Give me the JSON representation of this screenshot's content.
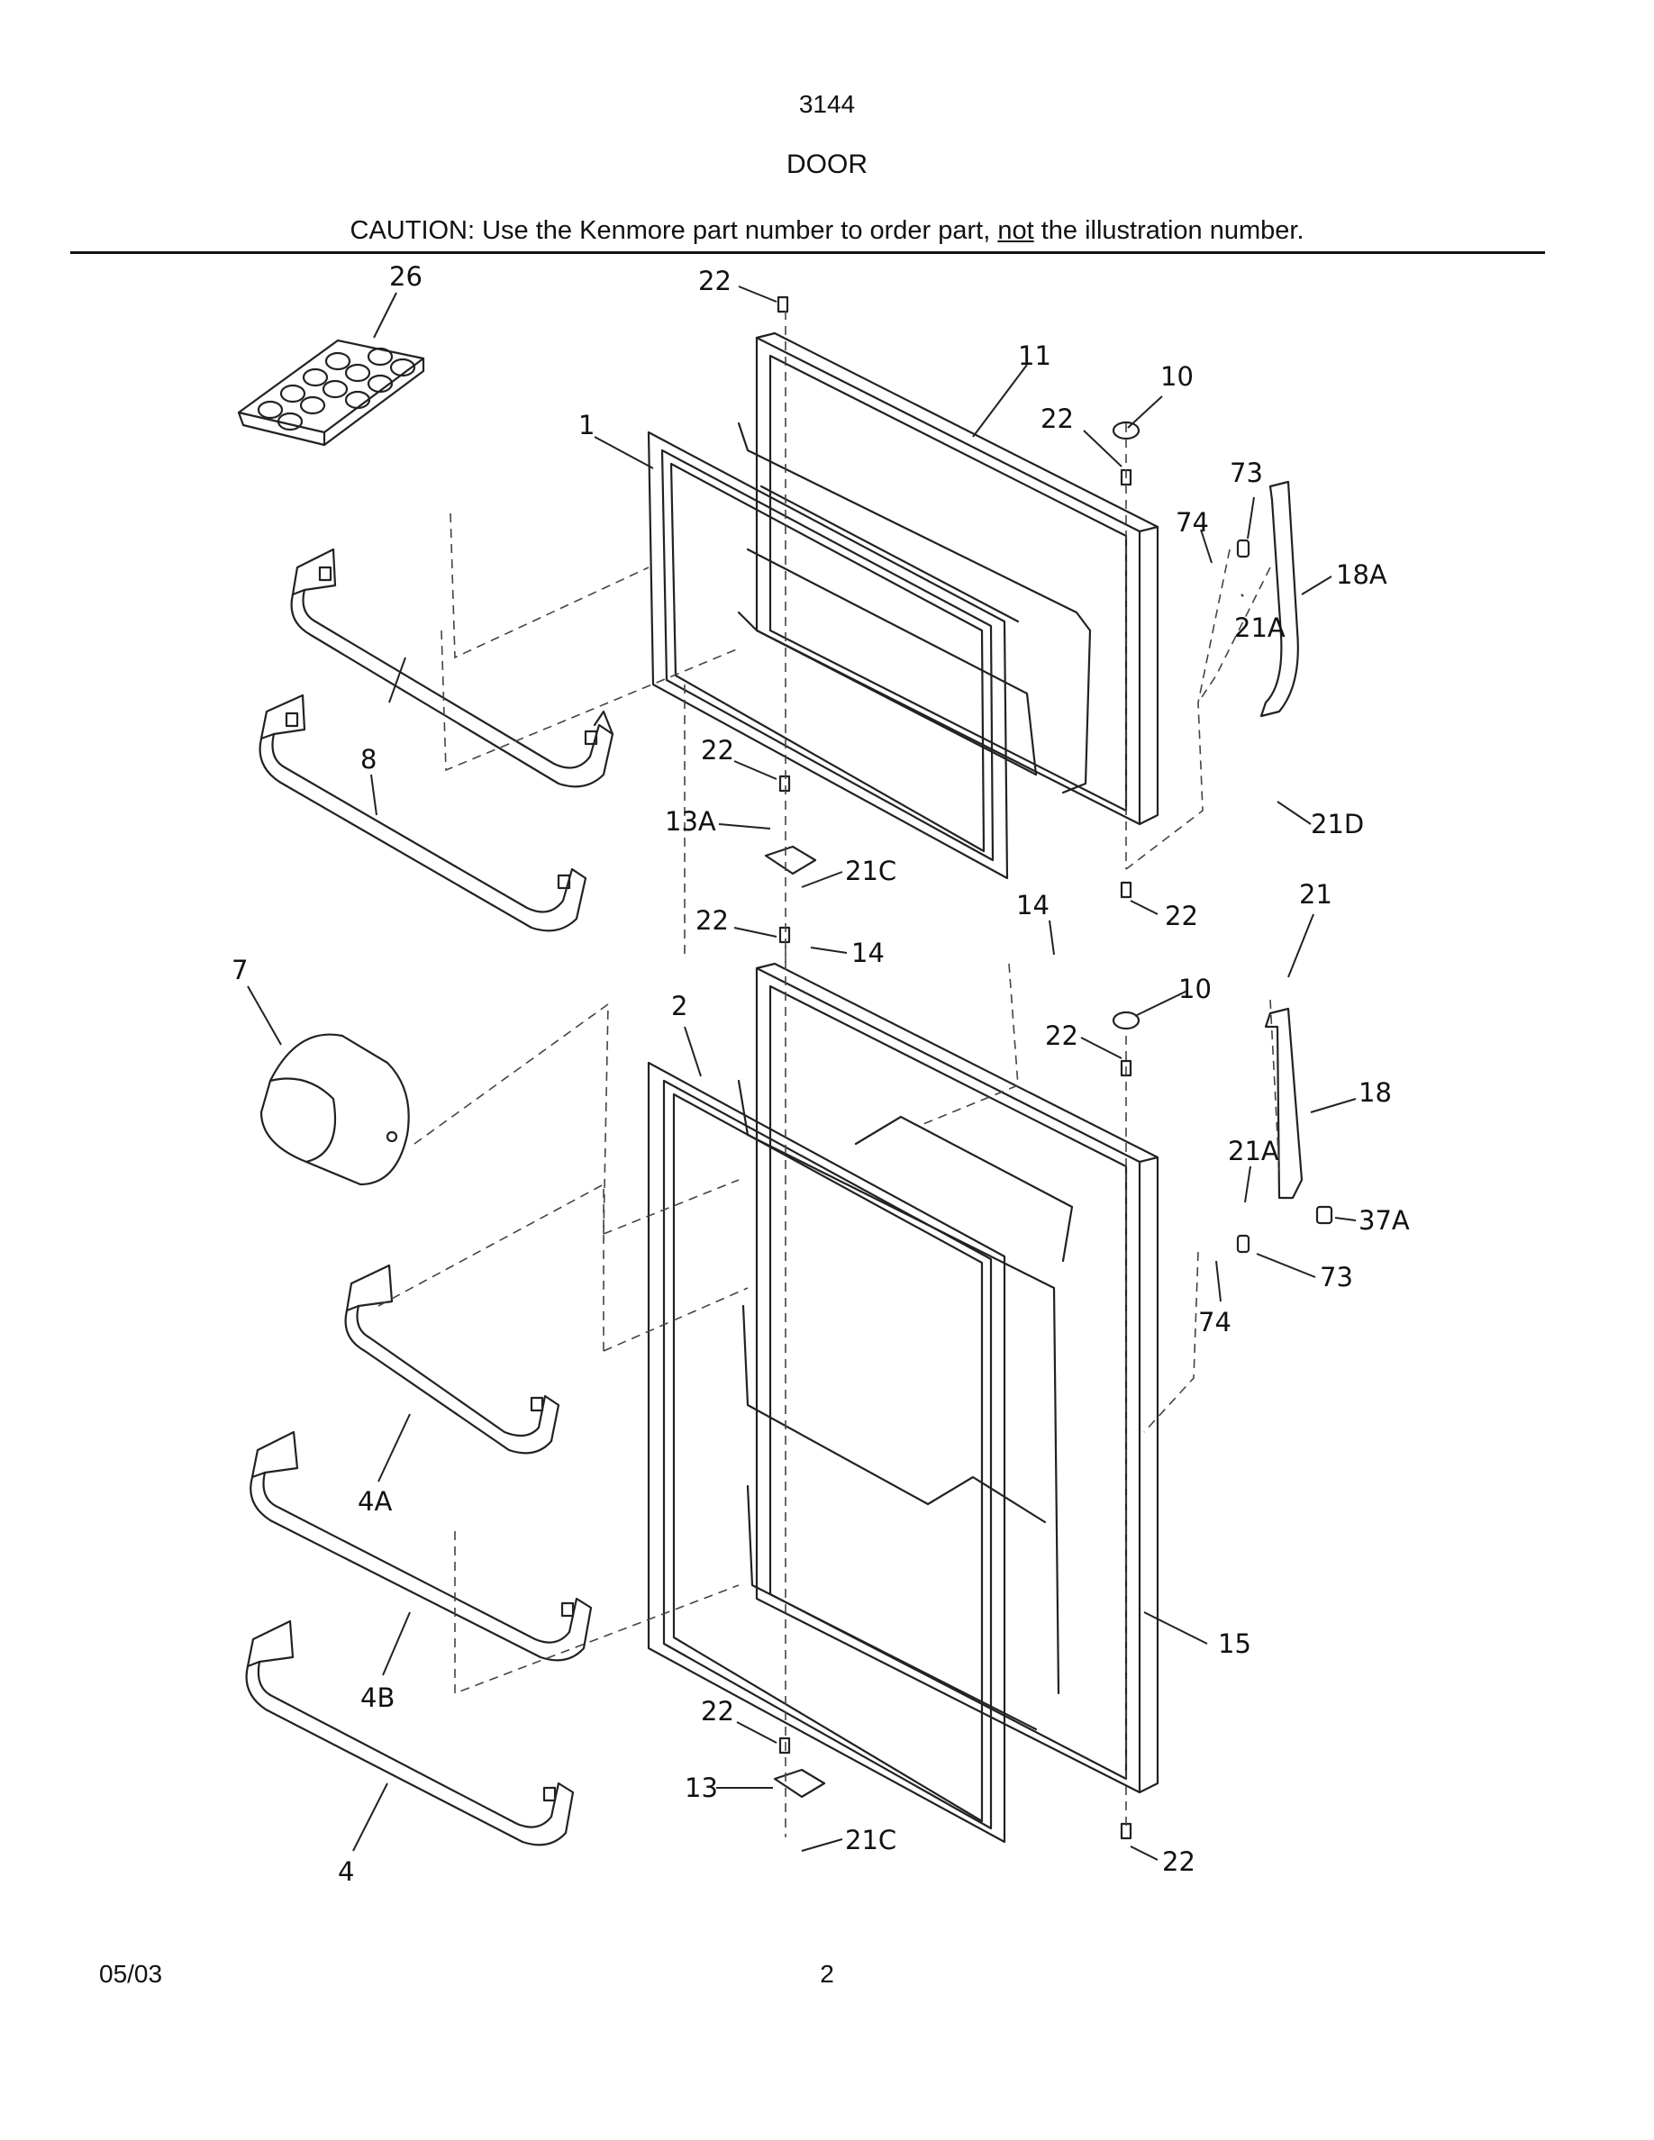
{
  "header": {
    "model": "3144",
    "section": "DOOR",
    "caution_prefix": "CAUTION: Use the Kenmore part number to order part, ",
    "caution_emph": "not",
    "caution_suffix": " the illustration number."
  },
  "footer": {
    "date": "05/03",
    "page": "2"
  },
  "callouts": [
    {
      "id": "c-26",
      "text": "26"
    },
    {
      "id": "c-22a",
      "text": "22"
    },
    {
      "id": "c-11",
      "text": "11"
    },
    {
      "id": "c-10a",
      "text": "10"
    },
    {
      "id": "c-22b",
      "text": "22"
    },
    {
      "id": "c-1",
      "text": "1"
    },
    {
      "id": "c-73a",
      "text": "73"
    },
    {
      "id": "c-74a",
      "text": "74"
    },
    {
      "id": "c-18a",
      "text": "18A"
    },
    {
      "id": "c-21aa",
      "text": "21A"
    },
    {
      "id": "c-8",
      "text": "8"
    },
    {
      "id": "c-22c",
      "text": "22"
    },
    {
      "id": "c-13a",
      "text": "13A"
    },
    {
      "id": "c-21d",
      "text": "21D"
    },
    {
      "id": "c-21ca",
      "text": "21C"
    },
    {
      "id": "c-14a",
      "text": "14"
    },
    {
      "id": "c-22d",
      "text": "22"
    },
    {
      "id": "c-21",
      "text": "21"
    },
    {
      "id": "c-22e",
      "text": "22"
    },
    {
      "id": "c-14b",
      "text": "14"
    },
    {
      "id": "c-7",
      "text": "7"
    },
    {
      "id": "c-2",
      "text": "2"
    },
    {
      "id": "c-10b",
      "text": "10"
    },
    {
      "id": "c-22f",
      "text": "22"
    },
    {
      "id": "c-18",
      "text": "18"
    },
    {
      "id": "c-21ab",
      "text": "21A"
    },
    {
      "id": "c-37a",
      "text": "37A"
    },
    {
      "id": "c-73b",
      "text": "73"
    },
    {
      "id": "c-74b",
      "text": "74"
    },
    {
      "id": "c-4a",
      "text": "4A"
    },
    {
      "id": "c-15",
      "text": "15"
    },
    {
      "id": "c-4b",
      "text": "4B"
    },
    {
      "id": "c-22g",
      "text": "22"
    },
    {
      "id": "c-13",
      "text": "13"
    },
    {
      "id": "c-21cb",
      "text": "21C"
    },
    {
      "id": "c-4",
      "text": "4"
    },
    {
      "id": "c-22h",
      "text": "22"
    }
  ]
}
